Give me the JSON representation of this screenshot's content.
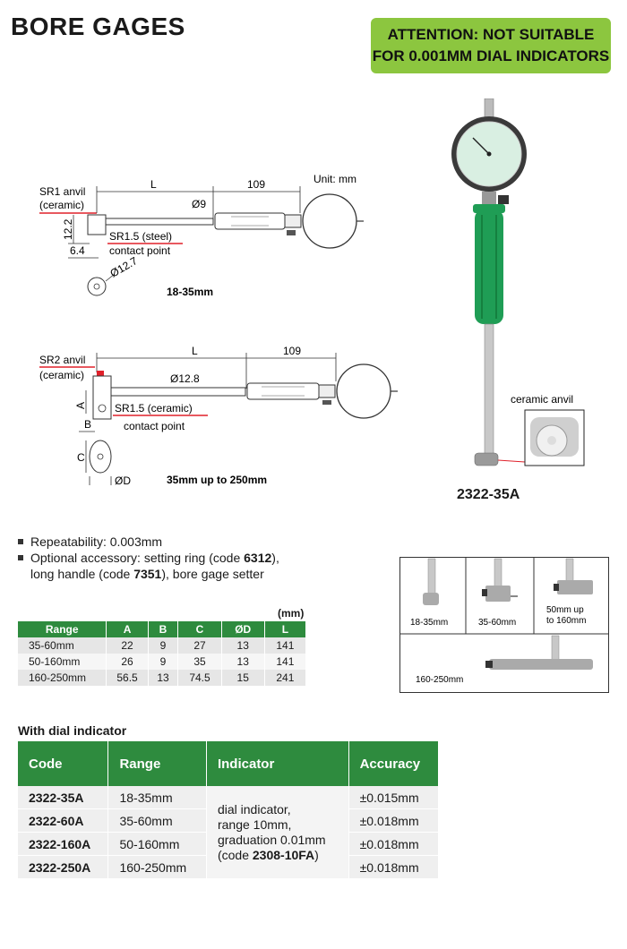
{
  "page": {
    "title": "BORE GAGES",
    "notice_line1": "ATTENTION: NOT SUITABLE",
    "notice_line2": "FOR 0.001MM DIAL INDICATORS",
    "model_label": "2322-35A"
  },
  "diagram1": {
    "unit": "Unit: mm",
    "anvil_line1": "SR1 anvil",
    "anvil_line2": "(ceramic)",
    "dim_L": "L",
    "dim_109": "109",
    "dim_d9": "Ø9",
    "dim_12_2": "12.2",
    "dim_6_4": "6.4",
    "contact_line1": "SR1.5 (steel)",
    "contact_line2": "contact point",
    "dim_d12_7": "Ø12.7",
    "caption": "18-35mm"
  },
  "diagram2": {
    "anvil_line1": "SR2 anvil",
    "anvil_line2": "(ceramic)",
    "dim_L": "L",
    "dim_109": "109",
    "dim_d12_8": "Ø12.8",
    "dim_A": "A",
    "dim_B": "B",
    "dim_C": "C",
    "dim_D": "ØD",
    "contact_line1": "SR1.5 (ceramic)",
    "contact_line2": "contact point",
    "caption": "35mm up to 250mm"
  },
  "photo": {
    "ceramic_anvil_label": "ceramic anvil"
  },
  "variants": {
    "v1": "18-35mm",
    "v2": "35-60mm",
    "v3_line1": "50mm up",
    "v3_line2": "to 160mm",
    "v4": "160-250mm"
  },
  "bullets": {
    "b1": "Repeatability: 0.003mm",
    "b2_pre": "Optional accessory: setting ring (code ",
    "b2_code1": "6312",
    "b2_mid": "),",
    "b3_pre": "long handle (code ",
    "b3_code2": "7351",
    "b3_post": "), bore gage setter"
  },
  "dim_table": {
    "unit": "(mm)",
    "headers": [
      "Range",
      "A",
      "B",
      "C",
      "ØD",
      "L"
    ],
    "rows": [
      [
        "35-60mm",
        "22",
        "9",
        "27",
        "13",
        "141"
      ],
      [
        "50-160mm",
        "26",
        "9",
        "35",
        "13",
        "141"
      ],
      [
        "160-250mm",
        "56.5",
        "13",
        "74.5",
        "15",
        "241"
      ]
    ]
  },
  "order_table": {
    "subheading": "With dial indicator",
    "headers": [
      "Code",
      "Range",
      "Indicator",
      "Accuracy"
    ],
    "rows": [
      {
        "code": "2322-35A",
        "range": "18-35mm",
        "accuracy": "±0.015mm"
      },
      {
        "code": "2322-60A",
        "range": "35-60mm",
        "accuracy": "±0.018mm"
      },
      {
        "code": "2322-160A",
        "range": "50-160mm",
        "accuracy": "±0.018mm"
      },
      {
        "code": "2322-250A",
        "range": "160-250mm",
        "accuracy": "±0.018mm"
      }
    ],
    "indicator_line1": "dial indicator,",
    "indicator_line2": "range 10mm,",
    "indicator_line3": "graduation 0.01mm",
    "indicator_line4_pre": "(code ",
    "indicator_line4_code": "2308-10FA",
    "indicator_line4_post": ")"
  },
  "colors": {
    "brand_green": "#2e8b3e",
    "notice_green": "#8cc63f",
    "handle_green": "#1f9d55",
    "callout_red": "#e0202a"
  }
}
